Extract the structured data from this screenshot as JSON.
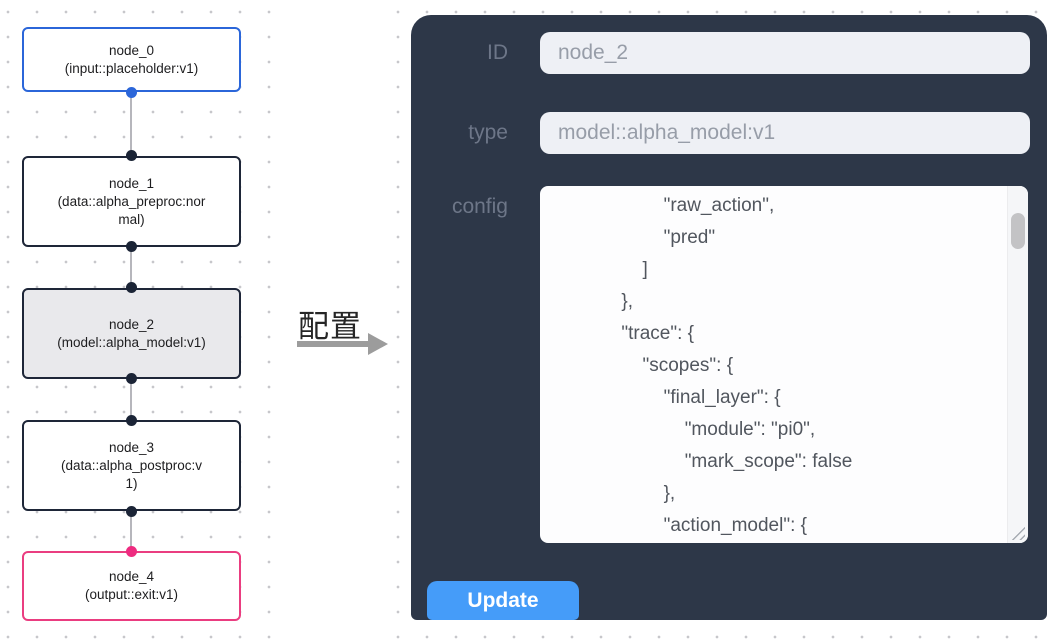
{
  "flow": {
    "nodes": [
      {
        "id": "node_0",
        "type_label": "(input::placeholder:v1)",
        "variant": "input"
      },
      {
        "id": "node_1",
        "type_label": "(data::alpha_preproc:normal)",
        "variant": "default"
      },
      {
        "id": "node_2",
        "type_label": "(model::alpha_model:v1)",
        "variant": "selected"
      },
      {
        "id": "node_3",
        "type_label": "(data::alpha_postproc:v1)",
        "variant": "default"
      },
      {
        "id": "node_4",
        "type_label": "(output::exit:v1)",
        "variant": "output"
      }
    ]
  },
  "annotation": {
    "label": "配置"
  },
  "panel": {
    "id_field": {
      "label": "ID",
      "value": "node_2"
    },
    "type_field": {
      "label": "type",
      "value": "model::alpha_model:v1"
    },
    "config_field": {
      "label": "config",
      "text": "                    \"raw_action\",\n                    \"pred\"\n                ]\n            },\n            \"trace\": {\n                \"scopes\": {\n                    \"final_layer\": {\n                        \"module\": \"pi0\",\n                        \"mark_scope\": false\n                    },\n                    \"action_model\": {"
    },
    "update_button": "Update"
  },
  "colors": {
    "input_node_border": "#2b66d9",
    "default_node_border": "#1e2638",
    "selected_node_bg": "#e9e9ec",
    "output_node_border": "#ea3d80",
    "edge": "#b6b6bc",
    "source_handle_blue": "#2b66d9",
    "target_handle_pink": "#ee2b80",
    "panel_bg": "#2d3748",
    "field_bg": "#eef0f5",
    "update_button_bg": "#459cf9"
  }
}
